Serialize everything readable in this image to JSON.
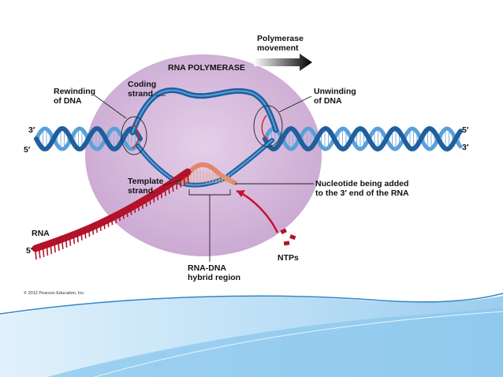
{
  "title": "RNA POLYMERASE",
  "polymerase_movement": [
    "Polymerase",
    "movement"
  ],
  "labels": {
    "rewinding": [
      "Rewinding",
      "of DNA"
    ],
    "coding": [
      "Coding",
      "strand"
    ],
    "unwinding": [
      "Unwinding",
      "of DNA"
    ],
    "template": [
      "Template",
      "strand"
    ],
    "nucleotide": [
      "Nucleotide being added",
      "to the 3′ end of the RNA"
    ],
    "rna": "RNA",
    "hybrid": [
      "RNA-DNA",
      "hybrid region"
    ],
    "ntps": "NTPs",
    "left_top_end": "3′",
    "left_bottom_end": "5′",
    "right_top_end": "5′",
    "right_bottom_end": "3′",
    "rna_end": "5′"
  },
  "copyright": "© 2012 Pearson Education, Inc.",
  "colors": {
    "polymerase": "#d6b8dc",
    "dna_dark": "#1f5f9e",
    "dna_light": "#5aa0d8",
    "rna": "#b3122b",
    "hybrid_rna": "#e0876a",
    "slide_wave": "#4aa3e0"
  }
}
